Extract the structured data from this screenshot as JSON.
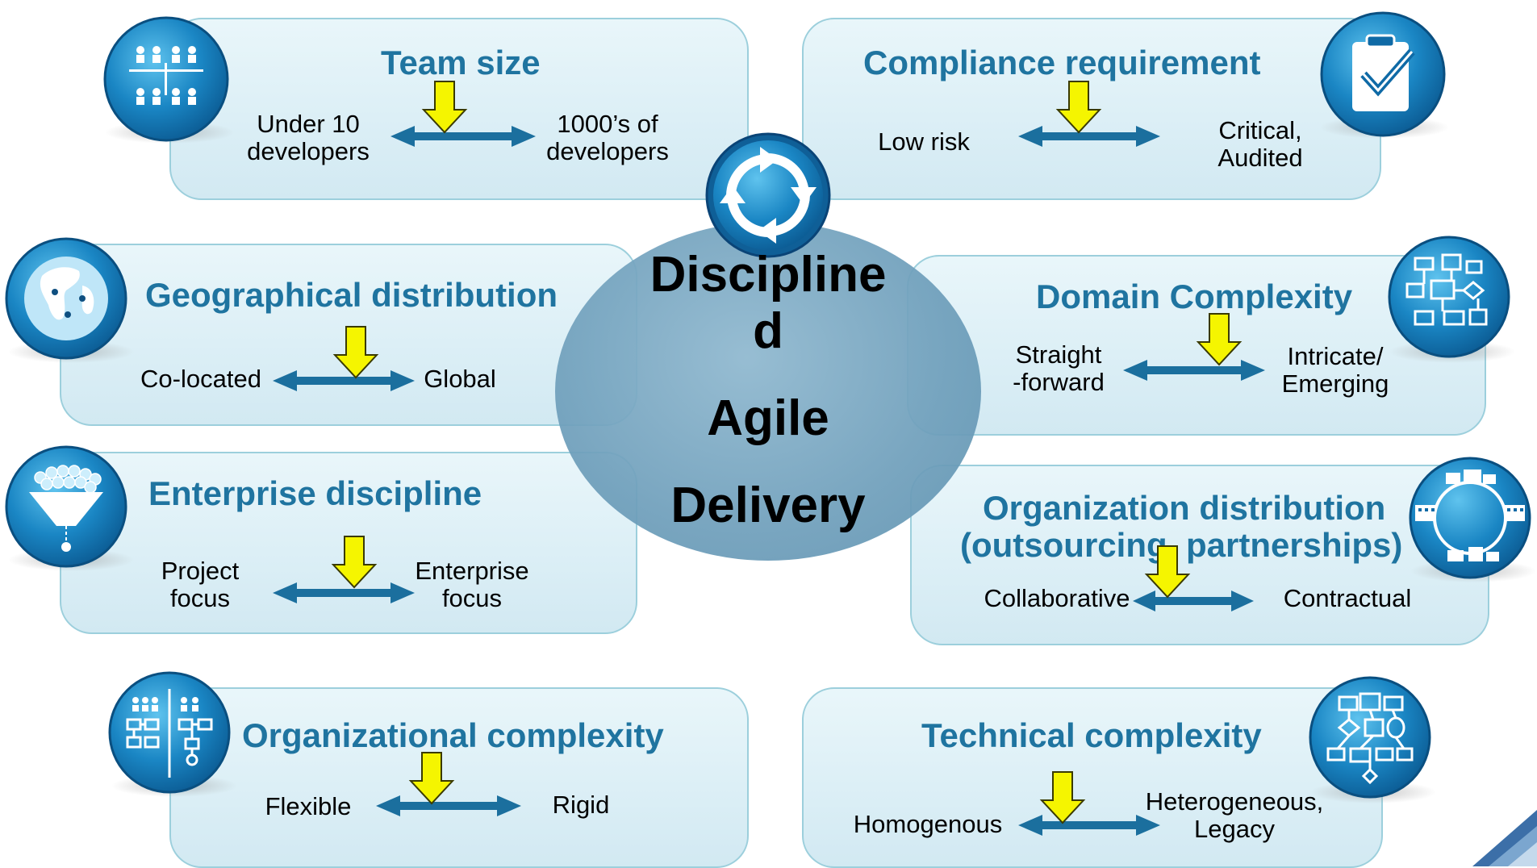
{
  "center": {
    "line1": "Discipline",
    "line2": "d",
    "line3": "Agile",
    "line4": "Delivery"
  },
  "panels": {
    "team_size": {
      "title": "Team size",
      "left": [
        "Under 10",
        "developers"
      ],
      "right": [
        "1000’s of",
        "developers"
      ]
    },
    "compliance": {
      "title": "Compliance requirement",
      "left": [
        "Low risk"
      ],
      "right": [
        "Critical,",
        "Audited"
      ]
    },
    "geo": {
      "title": "Geographical distribution",
      "left": [
        "Co-located"
      ],
      "right": [
        "Global"
      ]
    },
    "domain": {
      "title": "Domain Complexity",
      "left": [
        "Straight",
        "-forward"
      ],
      "right": [
        "Intricate/",
        "Emerging"
      ]
    },
    "enterprise": {
      "title": "Enterprise discipline",
      "left": [
        "Project",
        "focus"
      ],
      "right": [
        "Enterprise",
        "focus"
      ]
    },
    "org_dist": {
      "title_line1": "Organization distribution",
      "title_line2": "(outsourcing, partnerships)",
      "left": [
        "Collaborative"
      ],
      "right": [
        "Contractual"
      ]
    },
    "org_complex": {
      "title": "Organizational complexity",
      "left": [
        "Flexible"
      ],
      "right": [
        "Rigid"
      ]
    },
    "tech": {
      "title": "Technical complexity",
      "left": [
        "Homogenous"
      ],
      "right": [
        "Heterogeneous,",
        "Legacy"
      ]
    }
  },
  "icons": {
    "team_size": "org-chart-icon",
    "compliance": "clipboard-check-icon",
    "geo": "globe-icon",
    "domain": "flowchart-icon",
    "enterprise": "funnel-icon",
    "org_dist": "buildings-icon",
    "org_complex": "org-structure-icon",
    "tech": "systems-diagram-icon",
    "center": "cycle-arrows-icon"
  },
  "colors": {
    "title": "#1f74a0",
    "arrow": "#1b6f9e",
    "pointer": "#f5f500",
    "card_border": "#9ccfdc",
    "ellipse": "#6f9fbb"
  }
}
